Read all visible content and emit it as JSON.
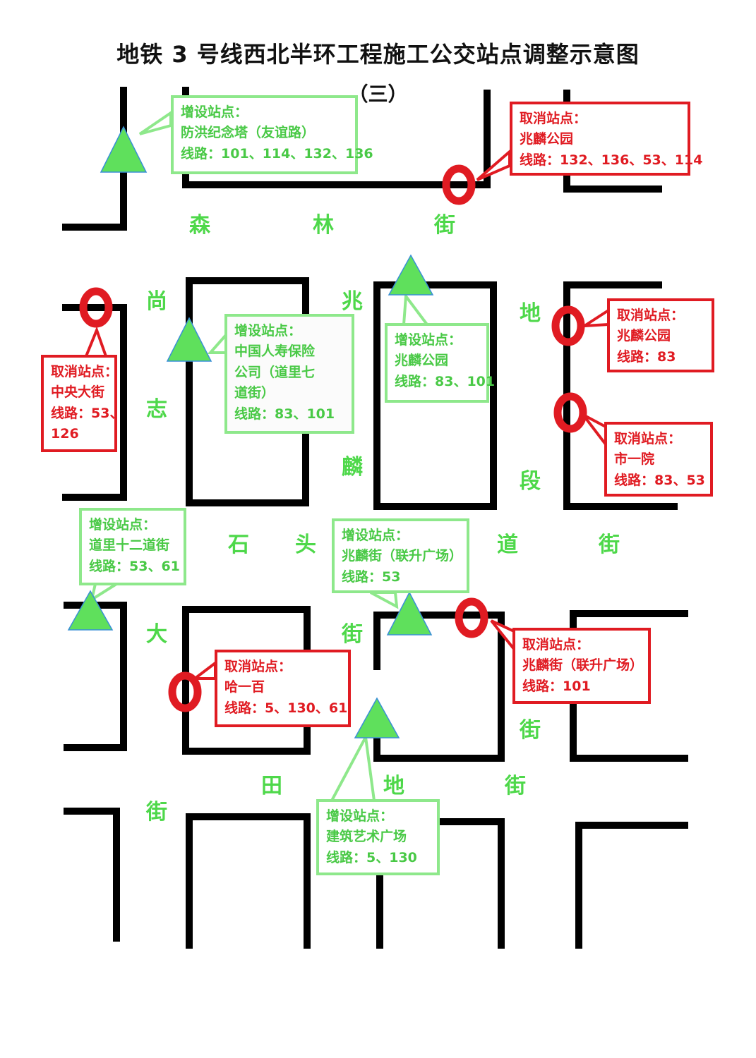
{
  "title": "地铁 3 号线西北半环工程施工公交站点调整示意图",
  "subtitle": "（三）",
  "colors": {
    "added": "#5fe05c",
    "added_border": "#8ee88b",
    "cancelled": "#e01b22",
    "road": "#000000",
    "street_label": "#4ed84a"
  },
  "legend_markers": {
    "added": "triangle",
    "cancelled": "ring"
  },
  "streets": {
    "senlin": [
      "森",
      "林",
      "街"
    ],
    "shangzhi": [
      "尚",
      "志",
      "大",
      "街"
    ],
    "zhaolin": [
      "兆",
      "麟",
      "街"
    ],
    "diduan": [
      "地",
      "段",
      "街"
    ],
    "shitou": [
      "石",
      "头",
      "道",
      "街"
    ],
    "tiandi": [
      "田",
      "地",
      "街"
    ]
  },
  "stops": {
    "fanghong": {
      "type": "added",
      "heading": "增设站点：",
      "name": "防洪纪念塔（友谊路）",
      "routes": "线路：101、114、132、136"
    },
    "zhaolin_park_top": {
      "type": "cancelled",
      "heading": "取消站点：",
      "name": "兆麟公园",
      "routes": "线路：132、136、53、114"
    },
    "zhongyang": {
      "type": "cancelled",
      "heading": "取消站点：",
      "name": "中央大街",
      "routes": "线路：53、",
      "routes_2": "126"
    },
    "renshou": {
      "type": "added",
      "heading": "增设站点：",
      "name": "中国人寿保险",
      "name_2": "公司（道里七",
      "name_3": "道街）",
      "routes": "线路：83、101"
    },
    "zhaolin_park_mid": {
      "type": "added",
      "heading": "增设站点：",
      "name": "兆麟公园",
      "routes": "线路：83、101"
    },
    "zhaolin_park_right": {
      "type": "cancelled",
      "heading": "取消站点：",
      "name": "兆麟公园",
      "routes": "线路：83"
    },
    "shiyiyuan": {
      "type": "cancelled",
      "heading": "取消站点：",
      "name": "市一院",
      "routes": "线路：83、53"
    },
    "daoli12": {
      "type": "added",
      "heading": "增设站点：",
      "name": "道里十二道街",
      "routes": "线路：53、61"
    },
    "liansheng_add": {
      "type": "added",
      "heading": "增设站点：",
      "name": "兆麟街（联升广场）",
      "routes": "线路：53"
    },
    "liansheng_cancel": {
      "type": "cancelled",
      "heading": "取消站点：",
      "name": "兆麟街（联升广场）",
      "routes": "线路：101"
    },
    "hayibai": {
      "type": "cancelled",
      "heading": "取消站点：",
      "name": "哈一百",
      "routes": "线路：5、130、61"
    },
    "jianzhu": {
      "type": "added",
      "heading": "增设站点：",
      "name": "建筑艺术广场",
      "routes": "线路：5、130"
    }
  }
}
